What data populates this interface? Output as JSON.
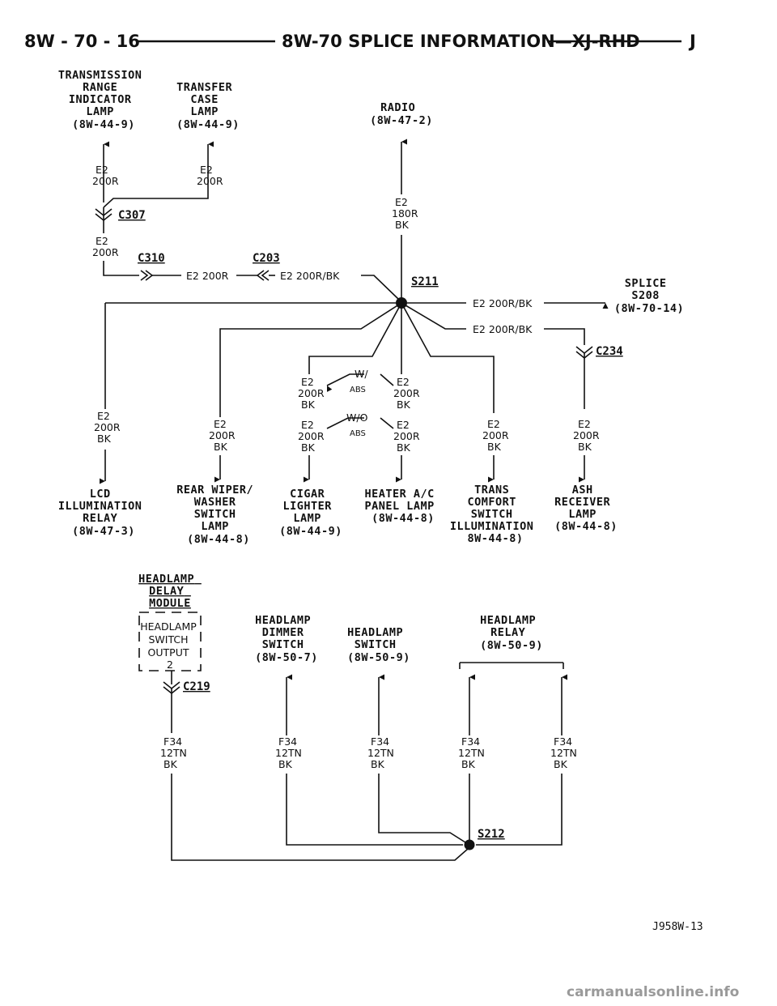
{
  "header": {
    "left": "8W - 70 - 16",
    "title": "8W-70 SPLICE INFORMATION—XJ-RHD",
    "right": "J"
  },
  "components": {
    "trans_range": [
      "TRANSMISSION",
      "RANGE",
      "INDICATOR",
      "LAMP",
      "(8W-44-9)"
    ],
    "transfer_case": [
      "TRANSFER",
      "CASE",
      "LAMP",
      "(8W-44-9)"
    ],
    "radio": [
      "RADIO",
      "(8W-47-2)"
    ],
    "splice_s208": [
      "SPLICE",
      "S208",
      "(8W-70-14)"
    ],
    "lcd_relay": [
      "LCD",
      "ILLUMINATION",
      "RELAY",
      "(8W-47-3)"
    ],
    "rear_wiper": [
      "REAR WIPER/",
      "WASHER",
      "SWITCH",
      "LAMP",
      "(8W-44-8)"
    ],
    "cigar": [
      "CIGAR",
      "LIGHTER",
      "LAMP",
      "(8W-44-9)"
    ],
    "heater": [
      "HEATER A/C",
      "PANEL LAMP",
      "(8W-44-8)"
    ],
    "trans_comfort": [
      "TRANS",
      "COMFORT",
      "SWITCH",
      "ILLUMINATION",
      "8W-44-8)"
    ],
    "ash_receiver": [
      "ASH",
      "RECEIVER",
      "LAMP",
      "(8W-44-8)"
    ],
    "hl_delay": [
      "HEADLAMP",
      "DELAY",
      "MODULE"
    ],
    "hl_switch_output": [
      "HEADLAMP",
      "SWITCH",
      "OUTPUT",
      "2"
    ],
    "hl_dimmer": [
      "HEADLAMP",
      "DIMMER",
      "SWITCH",
      "(8W-50-7)"
    ],
    "hl_switch": [
      "HEADLAMP",
      "SWITCH",
      "(8W-50-9)"
    ],
    "hl_relay": [
      "HEADLAMP",
      "RELAY",
      "(8W-50-9)"
    ]
  },
  "wires": {
    "e2_200r": [
      "E2",
      "200R"
    ],
    "e2_200r_bk": [
      "E2",
      "200R",
      "BK"
    ],
    "e2_180r_bk": [
      "E2",
      "180R",
      "BK"
    ],
    "f34": [
      "F34",
      "12TN",
      "BK"
    ],
    "inline_e2": "E2 200R",
    "inline_e2bk": "E2 200R/BK"
  },
  "connectors": {
    "c307": "C307",
    "c310": "C310",
    "c203": "C203",
    "s211": "S211",
    "c234": "C234",
    "c219": "C219",
    "s212": "S212"
  },
  "abs": {
    "with": "W/",
    "without": "W/O",
    "abs": "ABS"
  },
  "figure_code": "J958W-13",
  "watermark": "carmanualsonline.info"
}
